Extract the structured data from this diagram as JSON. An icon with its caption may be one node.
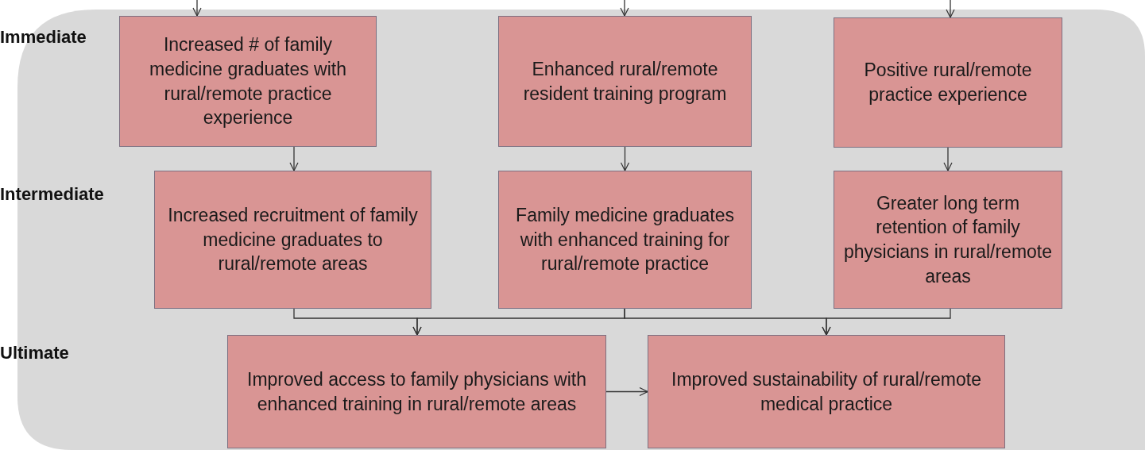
{
  "diagram": {
    "nodes": [
      {
        "text": [
          "Increased # of family medicine graduates with rural/remote practice experience"
        ]
      },
      {
        "text": [
          "Enhanced rural/remote resident training program"
        ]
      },
      {
        "text": [
          "Positive rural/remote practice experience"
        ]
      },
      {
        "text": [
          "Increased recruitment of family medicine graduates to rural/remote areas"
        ]
      },
      {
        "text": [
          "Family medicine graduates with enhanced training for rural/remote practice"
        ]
      },
      {
        "text": [
          "Greater long term retention of family physicians in rural/remote areas"
        ]
      },
      {
        "text": [
          "Improved access to family physicians with enhanced training in rural/remote areas"
        ]
      },
      {
        "text": [
          "Improved sustainability of rural/remote medical practice"
        ]
      }
    ],
    "edges": [
      {
        "from": null,
        "to": 0,
        "arrow": "to"
      },
      {
        "from": null,
        "to": 1,
        "arrow": "to"
      },
      {
        "from": null,
        "to": 2,
        "arrow": "to"
      },
      {
        "from": 0,
        "to": 3,
        "arrow": "to"
      },
      {
        "from": 1,
        "to": 4,
        "arrow": "to"
      },
      {
        "from": 2,
        "to": 5,
        "arrow": "to"
      },
      {
        "from": 3,
        "to": 6,
        "arrow": "to"
      },
      {
        "from": 4,
        "to": 6,
        "arrow": "to"
      },
      {
        "from": 4,
        "to": 7,
        "arrow": "to"
      },
      {
        "from": 5,
        "to": 7,
        "arrow": "to"
      },
      {
        "from": 6,
        "to": 7,
        "arrow": "to"
      }
    ],
    "labels": [
      "Immediate",
      "Intermediate",
      "Ultimate"
    ]
  }
}
